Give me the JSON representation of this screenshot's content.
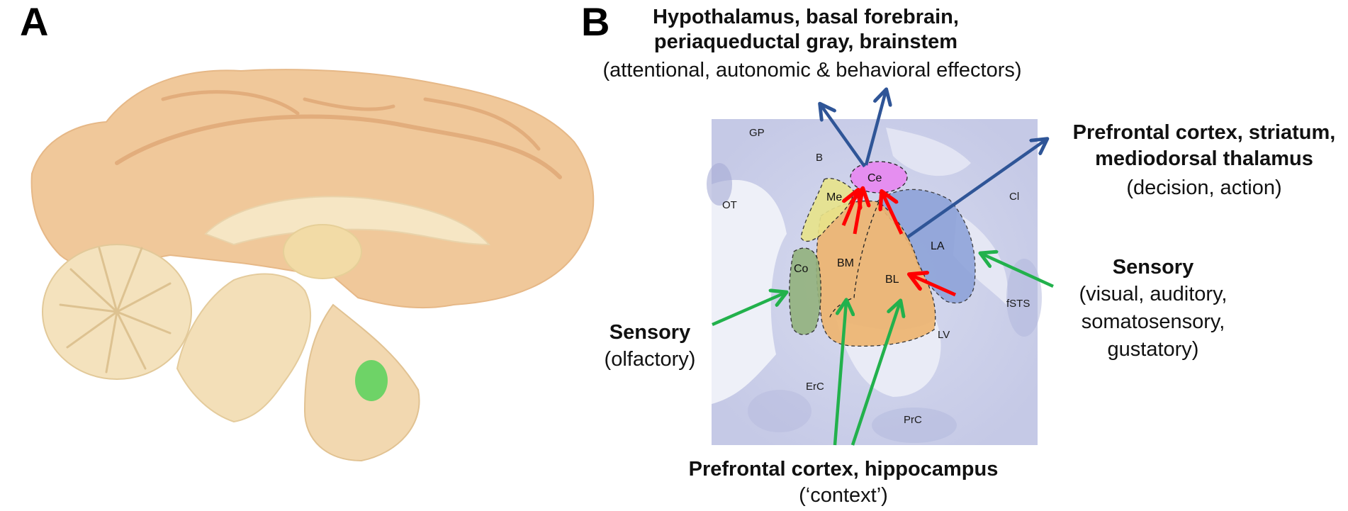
{
  "panels": {
    "a": {
      "letter": "A"
    },
    "b": {
      "letter": "B"
    }
  },
  "atlas_regions": [
    "GP",
    "B",
    "OT",
    "Cl",
    "fSTS",
    "LV",
    "ErC",
    "PrC"
  ],
  "nuclei": {
    "ce": "Ce",
    "me": "Me",
    "co": "Co",
    "bm": "BM",
    "bl": "BL",
    "la": "LA"
  },
  "labels": {
    "effectors": {
      "line1": "Hypothalamus, basal forebrain,",
      "line2": "periaqueductal gray, brainstem",
      "line3": "(attentional, autonomic & behavioral effectors)"
    },
    "decision": {
      "line1": "Prefrontal cortex, striatum,",
      "line2": "mediodorsal thalamus",
      "line3": "(decision, action)"
    },
    "sensory_right": {
      "line1": "Sensory",
      "line2": "(visual, auditory,",
      "line3": "somatosensory,",
      "line4": "gustatory)"
    },
    "sensory_left": {
      "line1": "Sensory",
      "line2": "(olfactory)"
    },
    "context": {
      "line1": "Prefrontal cortex, hippocampus",
      "line2": "(‘context’)"
    }
  },
  "colors": {
    "output_arrow": "#2f5597",
    "intra_arrow": "#ff0000",
    "input_arrow": "#22b14c",
    "ce": "#e58ef0",
    "me": "#e8e48a",
    "co": "#93b27e",
    "basolateral": "#eeb46e",
    "la": "#8aa0d8",
    "amygdala_marker": "#5fd35f"
  }
}
